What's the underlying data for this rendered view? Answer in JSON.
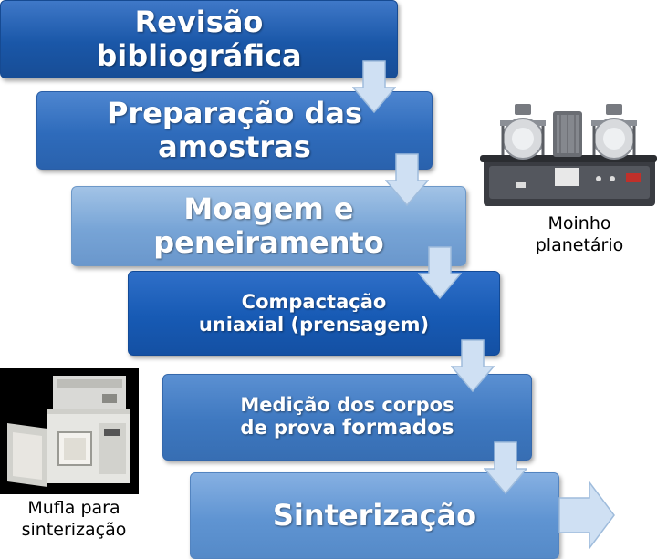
{
  "steps": [
    {
      "line1": "Revisão",
      "line2": "bibliográfica"
    },
    {
      "line1": "Preparação das",
      "line2": "amostras"
    },
    {
      "line1": "Moagem e",
      "line2": "peneiramento"
    },
    {
      "line1": "Compactação",
      "line2": "uniaxial (prensagem)"
    },
    {
      "line1": "Medição dos corpos",
      "line2a": "de prova ",
      "line2b": "formados"
    },
    {
      "line1": "Sinterização"
    }
  ],
  "captions": {
    "mill": {
      "line1": "Moinho",
      "line2": "planetário"
    },
    "furnace": {
      "line1": "Mufla para",
      "line2": "sinterização"
    }
  },
  "colors": {
    "arrow_fill": "#cfe0f3",
    "arrow_stroke": "#9fbcdc"
  }
}
